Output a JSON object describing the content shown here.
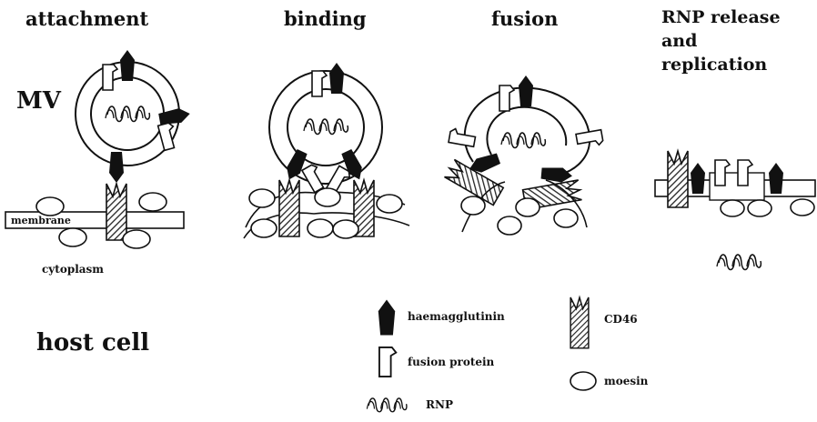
{
  "stages": {
    "attachment": "attachment",
    "binding": "binding",
    "fusion": "fusion",
    "rnp_release": [
      "RNP release",
      "and",
      "replication"
    ]
  },
  "labels": {
    "virus": "MV",
    "membrane": "membrane",
    "cytoplasm": "cytoplasm",
    "host_cell": "host cell"
  },
  "legend": {
    "haemagglutinin": "haemagglutinin",
    "fusion_protein": "fusion protein",
    "rnp": "RNP",
    "cd46": "CD46",
    "moesin": "moesin"
  }
}
